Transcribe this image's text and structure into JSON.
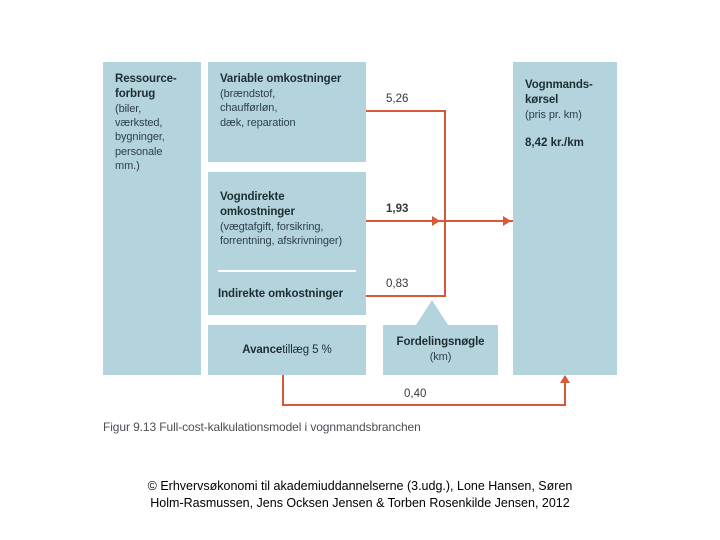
{
  "figure": {
    "caption": "Figur 9.13  Full-cost-kalkulationsmodel i vognmandsbranchen",
    "colors": {
      "box_fill": "#b3d4dc",
      "connector": "#d9573a",
      "divider": "#ffffff",
      "background": "#ffffff"
    },
    "boxes": {
      "ressourceforbrug": {
        "title": "Ressource-\nforbrug",
        "detail": "(biler,\nværksted,\nbygninger,\npersonale\nmm.)"
      },
      "variable_omkostninger": {
        "title": "Variable omkostninger",
        "detail": "(brændstof,\nchaufførløn,\ndæk, reparation"
      },
      "vogndirekte_omkostninger": {
        "title": "Vogndirekte\nomkostninger",
        "detail": "(vægtafgift, forsikring,\nforrentning, afskrivninger)"
      },
      "indirekte_omkostninger": {
        "title": "Indirekte omkostninger"
      },
      "avancetillaeg": {
        "title_bold": "Avance",
        "title_rest": "tillæg 5 %"
      },
      "fordelingsnogle": {
        "title": "Fordelingsnøgle",
        "detail": "(km)"
      },
      "vognmandskorsel": {
        "title": "Vognmands-\nkørsel",
        "detail": "(pris pr. km)",
        "price": "8,42 kr./km"
      }
    },
    "connector_values": {
      "variable": "5,26",
      "vogndirekte": "1,93",
      "indirekte": "0,83",
      "avance": "0,40"
    }
  },
  "copyright": {
    "line1": "© Erhvervsøkonomi til akademiuddannelserne (3.udg.), Lone Hansen, Søren",
    "line2": "Holm-Rasmussen, Jens Ocksen Jensen & Torben Rosenkilde Jensen, 2012"
  },
  "chart_data": {
    "type": "diagram",
    "title": "Full-cost-kalkulationsmodel i vognmandsbranchen",
    "nodes": [
      {
        "id": "ressourceforbrug",
        "label": "Ressourceforbrug",
        "column": 1
      },
      {
        "id": "variable",
        "label": "Variable omkostninger",
        "column": 2,
        "value": 5.26
      },
      {
        "id": "vogndirekte",
        "label": "Vogndirekte omkostninger",
        "column": 2,
        "value": 1.93
      },
      {
        "id": "indirekte",
        "label": "Indirekte omkostninger",
        "column": 2,
        "value": 0.83
      },
      {
        "id": "avance",
        "label": "Avancetillæg 5 %",
        "column": 2,
        "value": 0.4
      },
      {
        "id": "fordelingsnogle",
        "label": "Fordelingsnøgle (km)",
        "column": 3
      },
      {
        "id": "vognmandskorsel",
        "label": "Vognmandskørsel (pris pr. km)",
        "column": 4,
        "value": 8.42
      }
    ],
    "flows": [
      {
        "from": "variable",
        "to": "vognmandskorsel",
        "value": "5,26"
      },
      {
        "from": "vogndirekte",
        "to": "vognmandskorsel",
        "value": "1,93"
      },
      {
        "from": "indirekte",
        "to": "fordelingsnogle",
        "value": "0,83"
      },
      {
        "from": "avance",
        "to": "vognmandskorsel",
        "value": "0,40"
      }
    ],
    "total": "8,42 kr./km",
    "unit": "kr./km"
  }
}
